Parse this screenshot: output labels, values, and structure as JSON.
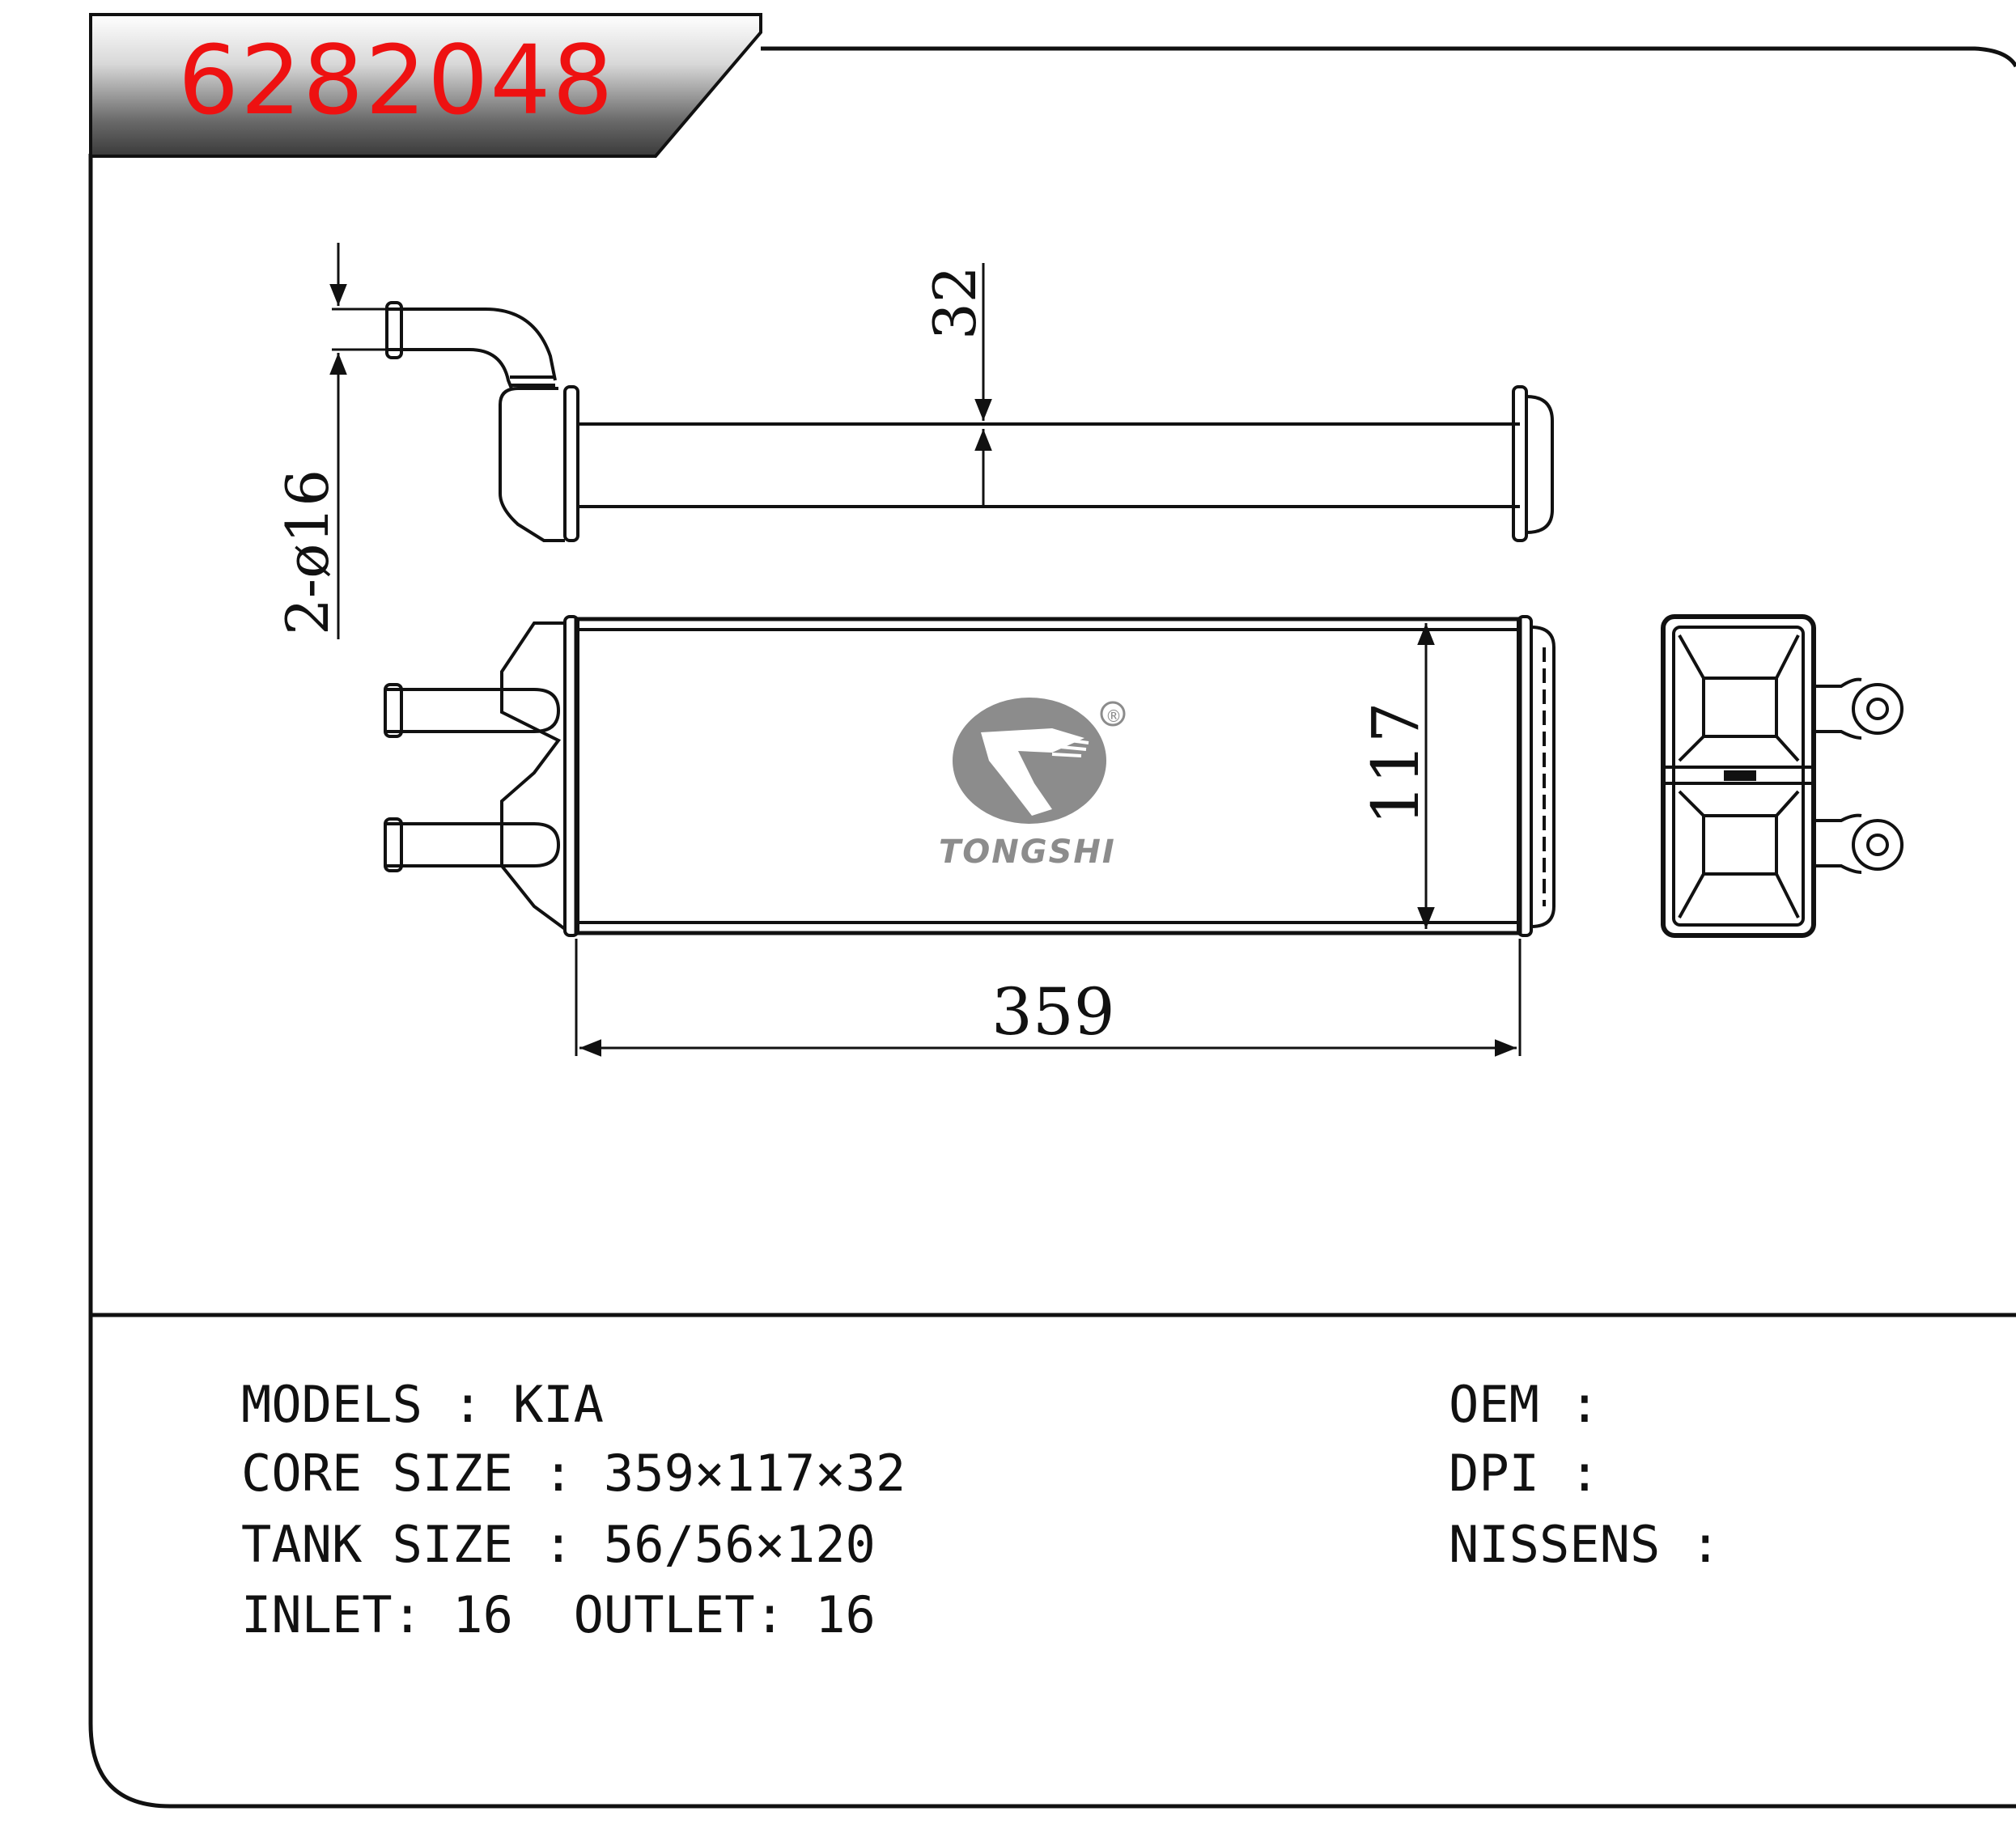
{
  "part_number": "6282048",
  "dimensions": {
    "pipe_dia": "2-ø16",
    "depth": "32",
    "height": "117",
    "width": "359"
  },
  "brand": {
    "name": "TONGSHI",
    "registered": "®"
  },
  "specs": {
    "models": "MODELS : KIA",
    "core_size": "CORE SIZE : 359×117×32",
    "tank_size": "TANK SIZE : 56/56×120",
    "inlet_outlet": "INLET: 16  OUTLET: 16",
    "oem": "OEM :",
    "dpi": "DPI :",
    "nissens": "NISSENS :"
  },
  "colors": {
    "part_number": "#ee1111",
    "line": "#111111",
    "logo": "#8c8c8c"
  }
}
